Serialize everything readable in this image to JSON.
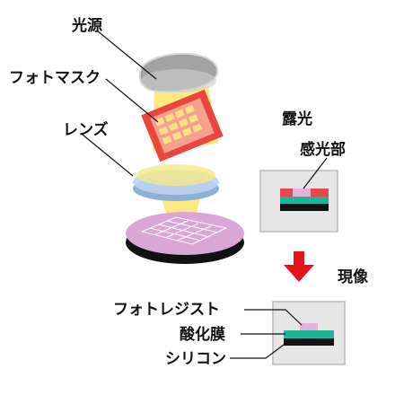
{
  "labels": {
    "light_source": "光源",
    "photomask": "フォトマスク",
    "lens": "レンズ",
    "exposure": "露光",
    "photosensitive": "感光部",
    "development": "現像",
    "photoresist": "フォトレジスト",
    "oxide_film": "酸化膜",
    "silicon": "シリコン"
  },
  "colors": {
    "light_beam": "#fbe66b",
    "lamp": "#9a9a9a",
    "mask_frame": "#e8473f",
    "mask_grid": "#f5c5a8",
    "lens": "#aac6e6",
    "wafer_top": "#d9a6d6",
    "wafer_side": "#111111",
    "panel_bg": "#e6e6e6",
    "resist_exposed": "#e8474c",
    "resist_pink": "#e2b1dc",
    "oxide": "#1fb497",
    "silicon": "#111111",
    "arrow": "#e4141b"
  }
}
